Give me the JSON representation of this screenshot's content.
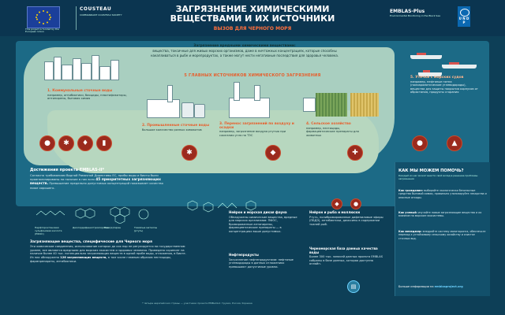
{
  "header": {
    "eu_caption": "This project is funded by the European Union",
    "cousteau_name": "COUSTEAU",
    "cousteau_sub": "COMMANDANT COUSTEAU SOCIETY",
    "title_line1": "ЗАГРЯЗНЕНИЕ ХИМИЧЕСКИМИ",
    "title_line2": "ВЕЩЕСТВАМИ И ИХ ИСТОЧНИКИ",
    "subtitle": "ВЫЗОВ ДЛЯ ЧЕРНОГО МОРЯ",
    "emblas_name": "EMBLAS-Plus",
    "emblas_sub": "Environmental Monitoring in the Black Sea",
    "undp_label": "U N D P"
  },
  "intro": {
    "heading": "Загрязнение вредными химическими веществами:",
    "text": "вещества, токсичные для живых морских организмов, даже в ничтожных концентрациях, которые способны накапливаться в рыбе и морепродуктах, а также могут нести негативные последствия для здоровья человека.",
    "five_sources": "5 ГЛАВНЫХ ИСТОЧНИКОВ ХИМИЧЕСКОГО ЗАГРЯЗНЕНИЯ"
  },
  "sources": [
    {
      "title": "1. Коммунальные сточные воды",
      "text": "например, антибиотики, биоциды, пластификаторы, антипирены, бытовая химия"
    },
    {
      "title": "2. Промышленные сточные воды",
      "text": "большое количество разных химикатов"
    },
    {
      "title": "3. Перенос загрязнений по воздуху и осадки",
      "text": "например, загрязнение воздуха ртутью при сжигании угля на ТЭС"
    },
    {
      "title": "4. Сельское хозяйство",
      "text": "например, пестициды, фармацевтические препараты для животных"
    },
    {
      "title": "5. Утечки с морских судов",
      "text": "например, нефтяные пятна (полиароматические углеводороды), вещества для защиты покрытия корпусов от обрастания, продукты сгорания"
    }
  ],
  "achievements": {
    "heading": "Достижения проекта EMBLAS-II*",
    "text1": "Согласно требованиям Водной Рамочной Директивы ЕС, пробы воды и биоты были проанализированы на наличие в них всех",
    "bold": "45 приоритетных загрязняющих веществ.",
    "text2": "Превышение предельно допустимых концентраций показывает качество ниже хорошего."
  },
  "molecules": [
    {
      "label": "Перфтороктановая сульфоновая кислота (ПФОС)"
    },
    {
      "label": "Дихлордифенилтрихлорэтан"
    },
    {
      "label": "Бенз(а)пирен"
    },
    {
      "label": "Тяжёлые металлы (ртуть)"
    }
  ],
  "bottom": {
    "heading": "Загрязняющие вещества, специфические для Черного моря",
    "text": "Эти химические соединения, использование которых до сих пор не регулируется на государственном уровне, все являются вредными для морских экосистем и здоровья человека. Проведено скрининг на наличие более 40 тыс. потенциально загрязняющих веществ в одной пробе воды, отложения, в биоте. Из них обнаружено",
    "bold": "126 загрязняющих веществ,",
    "text2": "в том числе главным образом пестициды, фармпрепараты, антибиотики."
  },
  "columns": [
    {
      "heading": "Нейрон и морская дикая фауна",
      "text": "Обнаружены химические вещества, вредные для морских организмов: ПФОС, бромированные антипирены, фармацевтические препараты — в концентрациях выше допустимых."
    },
    {
      "heading": "Нефтепродукты",
      "text": "Загрязнение нефтепродуктами: нефтяные углеводороды в донных отложениях превышают допустимые уровни."
    },
    {
      "heading": "Нейрон и рыба и моллюски",
      "text": "Ртуть, полибромированные дифениловые эфиры (ПБДЭ), антибиотики, диоксины в содержании тканей рыб."
    },
    {
      "heading": "Черноморская база данных качества воды",
      "text": "Более 300 тыс. записей данных проекта EMBLAS собраны в базе данных, которая доступна онлайн."
    }
  ],
  "panel": {
    "title": "КАК МЫ МОЖЕМ ПОМОЧЬ?",
    "sub": "Каждый из нас может внести свой вклад в решение проблемы загрязнения",
    "items": [
      {
        "bold": "Как гражданин:",
        "text": "выбирайте экологически безопасные средства бытовой химии, правильно утилизируйте лекарства и опасные отходы."
      },
      {
        "bold": "Как ученый:",
        "text": "изучайте новые загрязняющие вещества и их влияние на морские экосистемы."
      },
      {
        "bold": "Как менеджер:",
        "text": "внедряйте систему мониторинга, обеспечьте переход к устойчивому сельскому хозяйству и очистке сточных вод."
      }
    ],
    "more_label": "Больше информации на",
    "more_link": "emblasproject.org"
  },
  "footer": "* Четыре европейских страны — участники проекта EMBLAS-II: Грузия, Россия, Украина"
}
